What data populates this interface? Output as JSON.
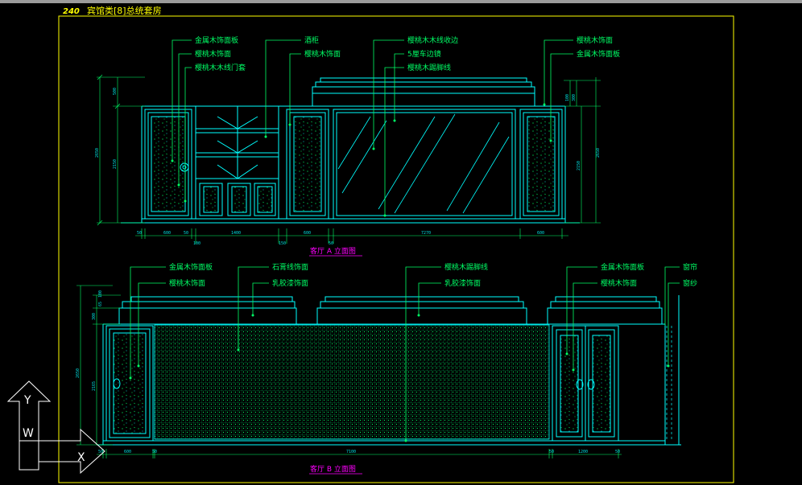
{
  "header": {
    "number": "240",
    "title": "宾馆类[8]总统套房"
  },
  "elevation_a": {
    "title": "客厅 A 立面图",
    "labels": {
      "l1": "金属木饰面板",
      "l2": "樱桃木饰面",
      "l3": "樱桃木木线门套",
      "l4": "酒柜",
      "l5": "樱桃木饰面",
      "l6": "樱桃木木线收边",
      "l7": "5厘车边镜",
      "l8": "樱桃木踢脚线",
      "l9": "樱桃木饰面",
      "l10": "金属木饰面板"
    },
    "dims": {
      "bottom": [
        "50",
        "600",
        "50",
        "1400",
        "150",
        "600",
        "7270",
        "600"
      ],
      "extra": [
        "100",
        "50"
      ],
      "left_heights": [
        "500",
        "2150",
        "2650"
      ],
      "right_heights": [
        "100",
        "300",
        "2150",
        "2650"
      ]
    }
  },
  "elevation_b": {
    "title": "客厅 B 立面图",
    "labels": {
      "l1": "金属木饰面板",
      "l2": "樱桃木饰面",
      "l3": "石膏线饰面",
      "l4": "乳胶漆饰面",
      "l5": "樱桃木踢脚线",
      "l6": "乳胶漆饰面",
      "l7": "金属木饰面板",
      "l8": "樱桃木饰面",
      "l9": "窗帘",
      "l10": "窗纱"
    },
    "dims": {
      "bottom": [
        "50",
        "600",
        "50",
        "7100",
        "50",
        "1200",
        "50"
      ],
      "left_heights": [
        "2650",
        "2165",
        "300",
        "65",
        "100"
      ]
    }
  },
  "ucs": {
    "y_label": "Y",
    "w_label": "W",
    "x_label": "X"
  },
  "colors": {
    "background": "#000000",
    "frame": "#ffff00",
    "geometry": "#00ffff",
    "leader": "#00ff66",
    "dimension": "#00e0e0",
    "title": "#ff00ff",
    "ucs": "#ffffff"
  }
}
